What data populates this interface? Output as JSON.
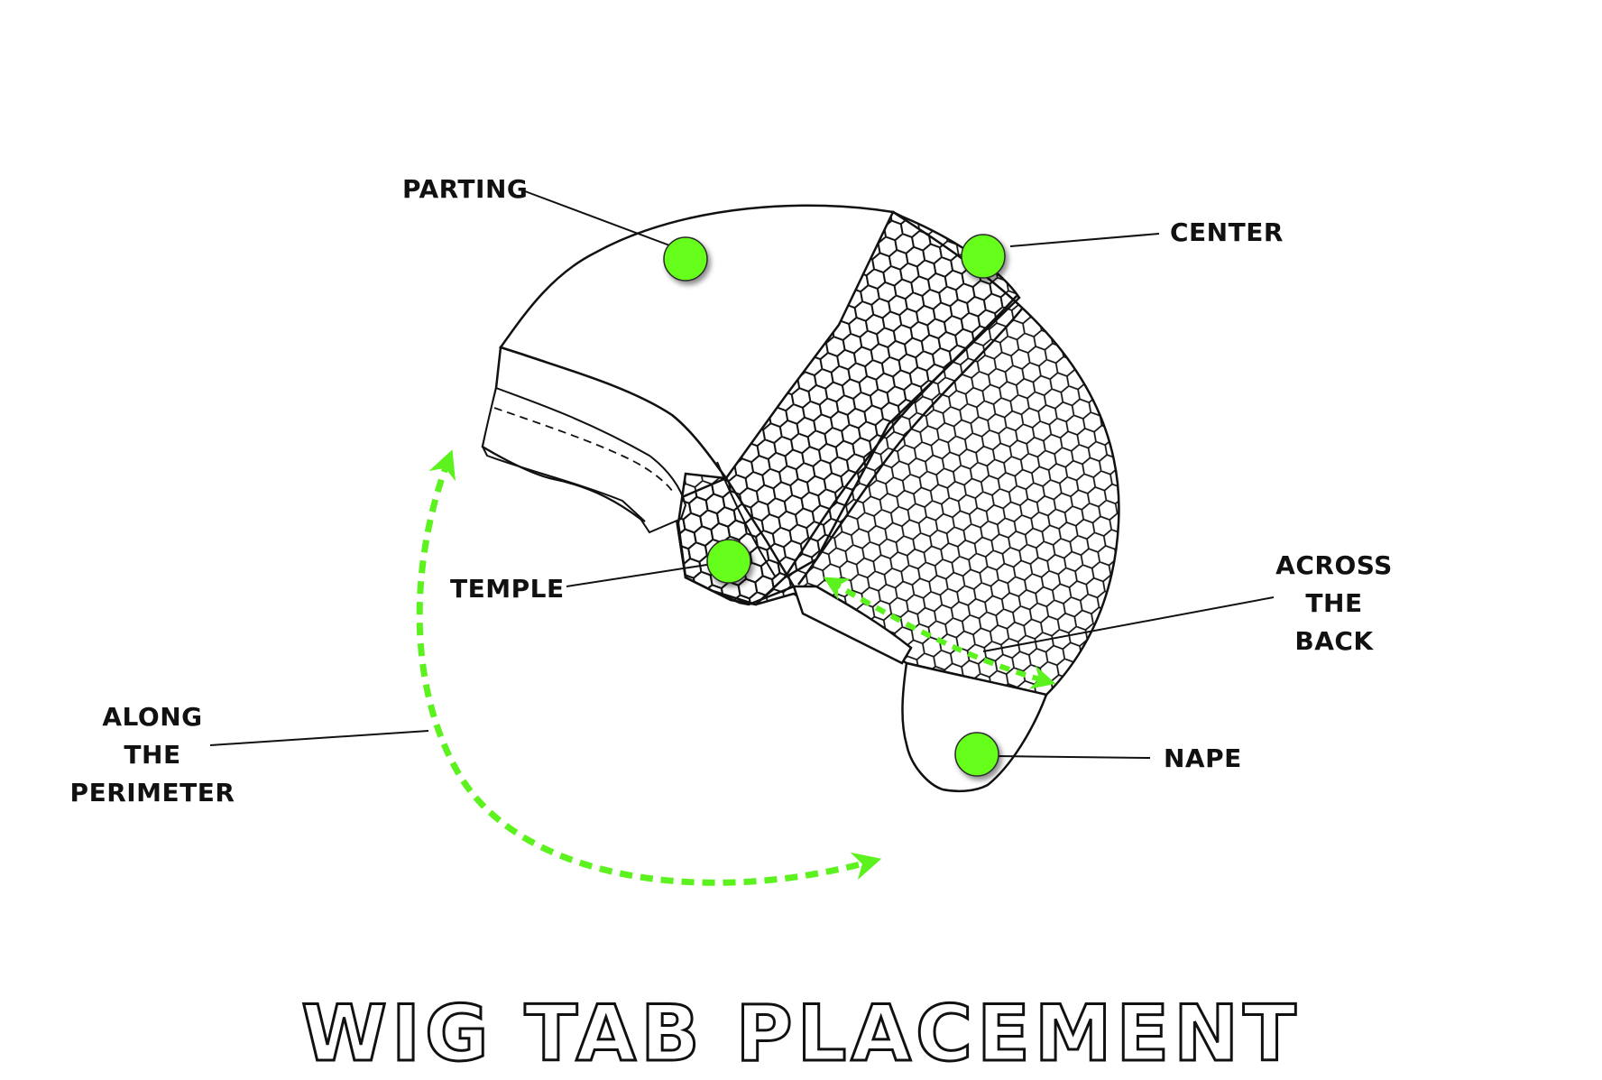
{
  "title": "WIG TAB PLACEMENT",
  "labels": {
    "parting": "PARTING",
    "center": "CENTER",
    "temple": "TEMPLE",
    "across_the_back": [
      "ACROSS",
      "THE",
      "BACK"
    ],
    "along_the_perimeter": [
      "ALONG",
      "THE",
      "PERIMETER"
    ],
    "nape": "NAPE"
  },
  "colors": {
    "tab_green": "#66ff1a",
    "arrow_green": "#5cf21e",
    "outline": "#111111",
    "background": "#ffffff"
  },
  "icons": {
    "tab_marker": "green-dot",
    "cap": "wig-cap-illustration"
  }
}
